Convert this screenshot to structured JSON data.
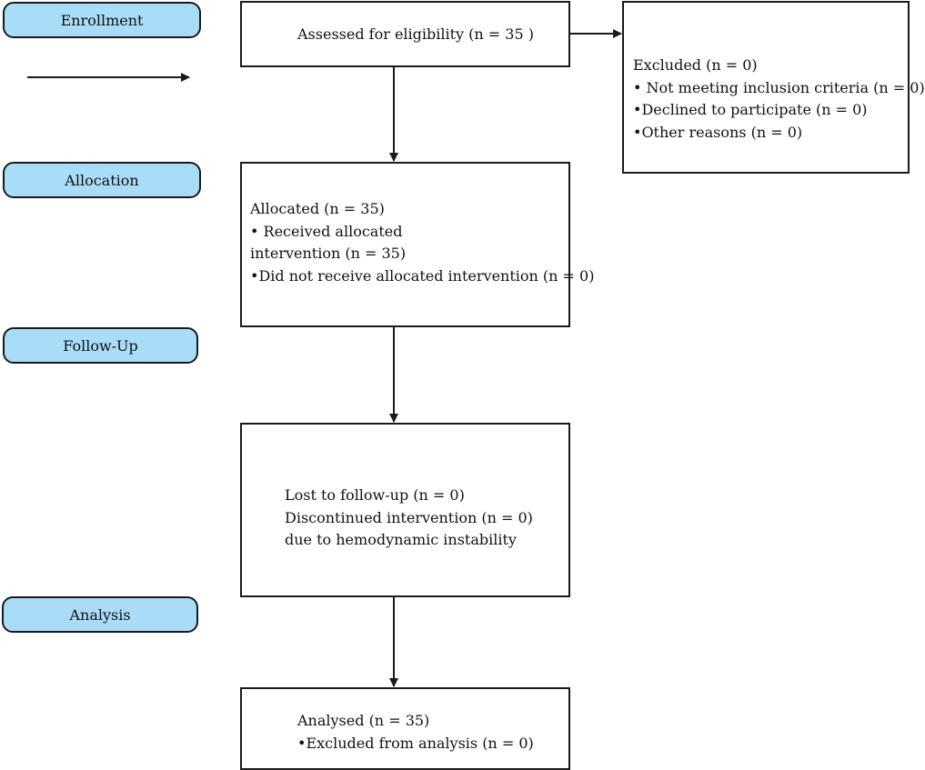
{
  "stages": {
    "enrollment": "Enrollment",
    "allocation": "Allocation",
    "follow_up": "Follow-Up",
    "analysis": "Analysis"
  },
  "boxes": {
    "assessed": {
      "lines": [
        "Assessed for eligibility (n = 35 )"
      ]
    },
    "excluded": {
      "lines": [
        "Excluded (n = 0)",
        "• Not meeting inclusion criteria (n = 0)",
        "•Declined to participate (n = 0)",
        "•Other reasons (n = 0)"
      ]
    },
    "allocated": {
      "lines": [
        "Allocated (n = 35)",
        "• Received allocated",
        "intervention (n = 35)",
        "•Did not receive allocated intervention (n = 0)"
      ]
    },
    "follow_up": {
      "lines": [
        "Lost to follow-up (n = 0)",
        "Discontinued intervention (n = 0)",
        "due to hemodynamic instability"
      ]
    },
    "analysed": {
      "lines": [
        "Analysed (n = 35)",
        "•Excluded from analysis (n = 0)"
      ]
    }
  },
  "colors": {
    "stage_fill": "#a9dcf7",
    "stroke": "#1a1a1a"
  }
}
